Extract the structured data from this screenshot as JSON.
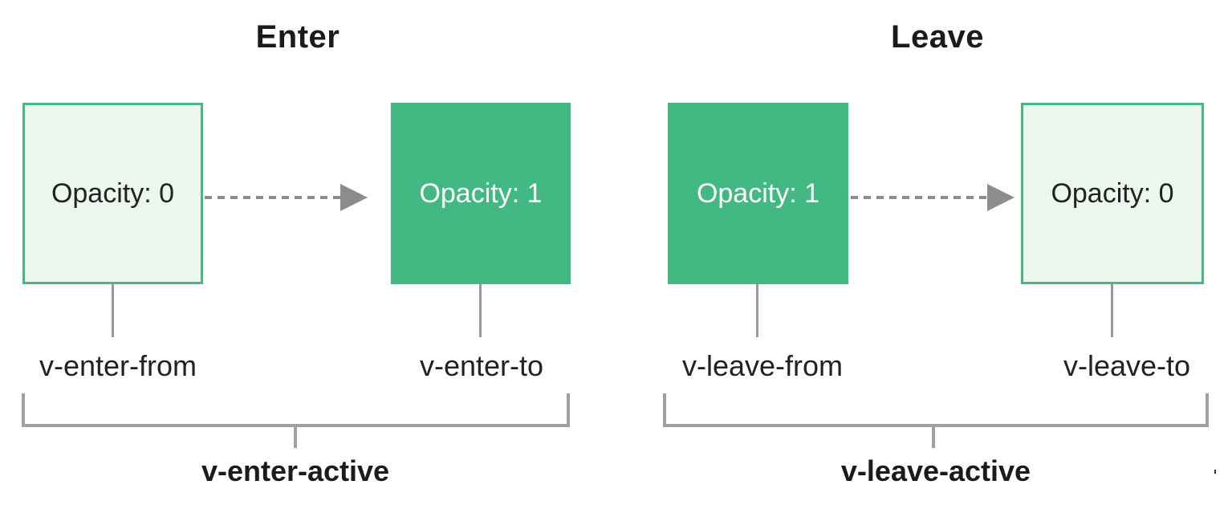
{
  "enter": {
    "title": "Enter",
    "from_box": {
      "label": "Opacity: 0",
      "class_label": "v-enter-from"
    },
    "to_box": {
      "label": "Opacity: 1",
      "class_label": "v-enter-to"
    },
    "active_label": "v-enter-active"
  },
  "leave": {
    "title": "Leave",
    "from_box": {
      "label": "Opacity: 1",
      "class_label": "v-leave-from"
    },
    "to_box": {
      "label": "Opacity: 0",
      "class_label": "v-leave-to"
    },
    "active_label": "v-leave-active"
  },
  "colors": {
    "green_solid": "#42b883",
    "green_border": "#47b784",
    "green_light": "#ebf6ef",
    "arrow_gray": "#8c8c8c",
    "line_gray": "#999999",
    "bracket_gray": "#a0a0a0",
    "text_dark": "#222222",
    "title_black": "#1b1b1b"
  }
}
